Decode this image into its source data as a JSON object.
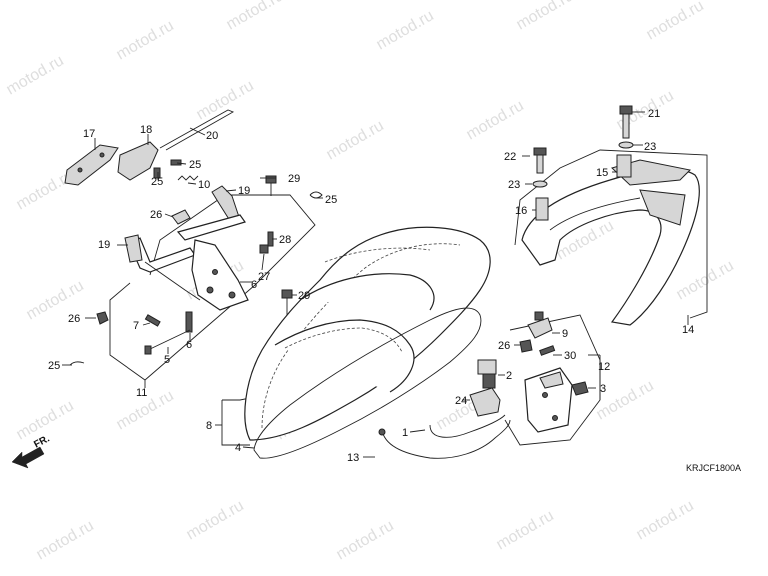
{
  "watermark": "motod.ru",
  "diagram_code": "KRJCF1800A",
  "direction_label": "FR.",
  "callouts": [
    "1",
    "2",
    "3",
    "4",
    "5",
    "6",
    "7",
    "8",
    "9",
    "10",
    "11",
    "12",
    "13",
    "14",
    "15",
    "16",
    "17",
    "18",
    "19",
    "20",
    "21",
    "22",
    "23",
    "24",
    "25",
    "26",
    "27",
    "28",
    "29",
    "30"
  ]
}
